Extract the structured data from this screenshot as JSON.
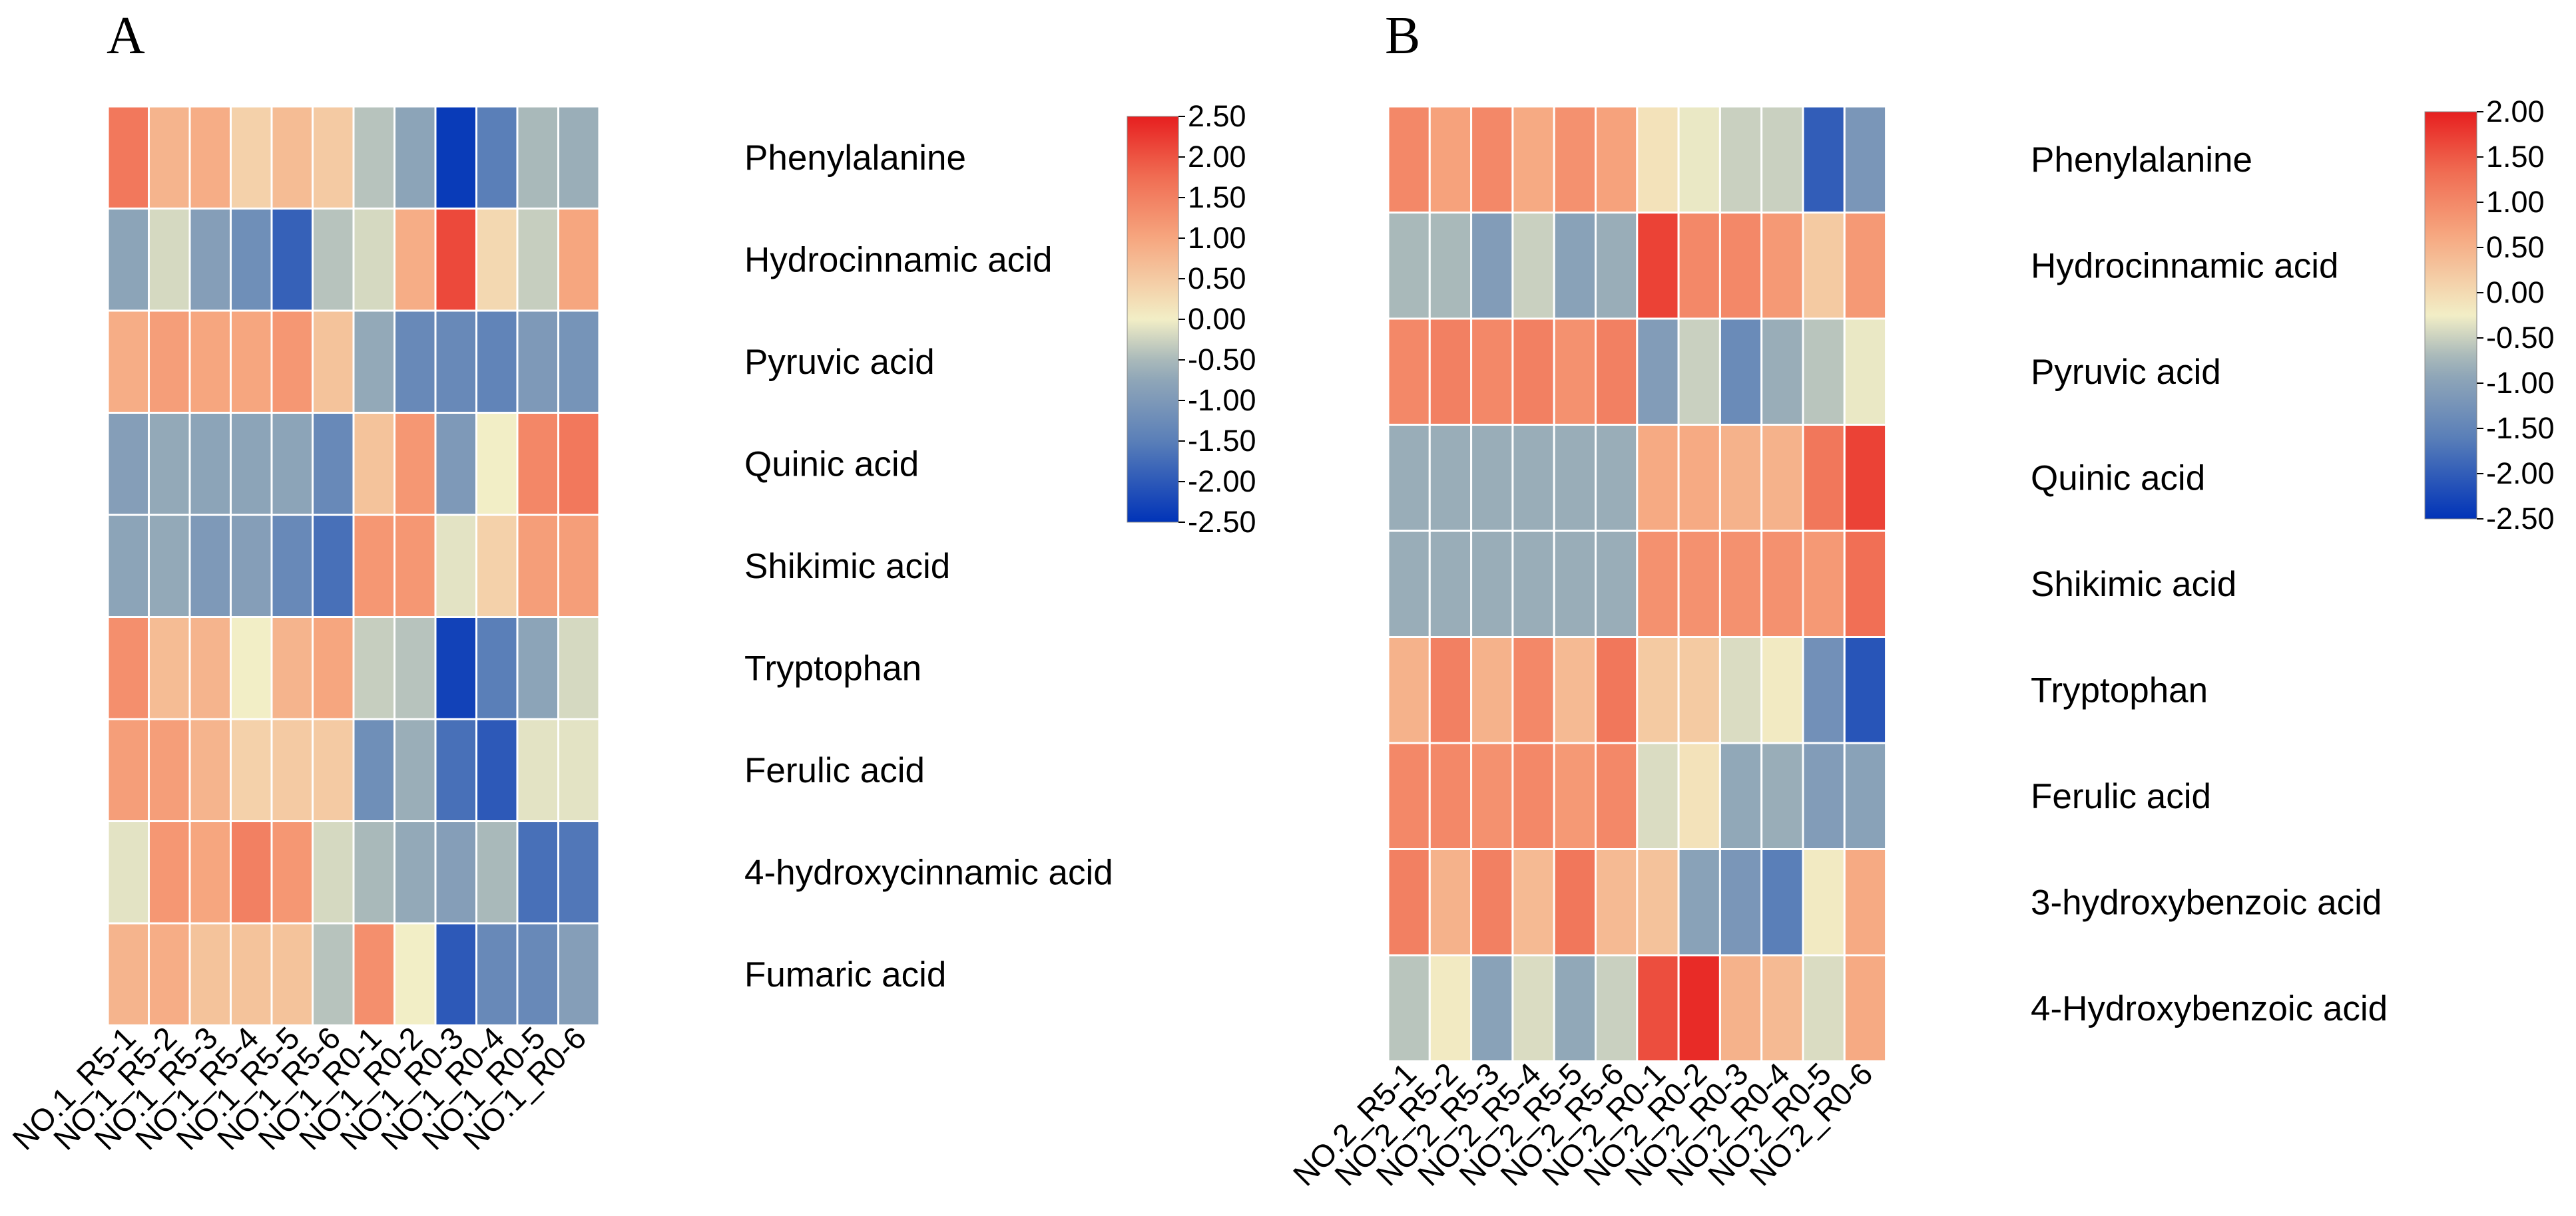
{
  "chart_data": [
    {
      "type": "heatmap",
      "panel_label": "A",
      "columns": [
        "NO.1_R5-1",
        "NO.1_R5-2",
        "NO.1_R5-3",
        "NO.1_R5-4",
        "NO.1_R5-5",
        "NO.1_R5-6",
        "NO.1_R0-1",
        "NO.1_R0-2",
        "NO.1_R0-3",
        "NO.1_R0-4",
        "NO.1_R0-5",
        "NO.1_R0-6"
      ],
      "rows": [
        "Phenylalanine",
        "Hydrocinnamic acid",
        "Pyruvic acid",
        "Quinic acid",
        "Shikimic acid",
        "Tryptophan",
        "Ferulic acid",
        "4-hydroxycinnamic acid",
        "Fumaric acid"
      ],
      "values": [
        [
          1.6,
          0.8,
          0.9,
          0.4,
          0.7,
          0.5,
          -0.4,
          -0.8,
          -2.4,
          -1.5,
          -0.5,
          -0.6
        ],
        [
          -0.8,
          -0.2,
          -0.9,
          -1.2,
          -1.9,
          -0.4,
          -0.2,
          0.9,
          2.1,
          0.3,
          -0.3,
          1.0
        ],
        [
          0.9,
          1.1,
          1.0,
          1.0,
          1.2,
          0.6,
          -0.7,
          -1.3,
          -1.3,
          -1.4,
          -1.0,
          -1.1
        ],
        [
          -0.9,
          -0.7,
          -0.8,
          -0.8,
          -0.8,
          -1.3,
          0.6,
          1.2,
          -1.0,
          0.0,
          1.4,
          1.6
        ],
        [
          -0.8,
          -0.7,
          -1.0,
          -0.9,
          -1.3,
          -1.7,
          1.2,
          1.2,
          -0.1,
          0.4,
          1.1,
          1.1
        ],
        [
          1.3,
          0.7,
          0.8,
          0.0,
          0.8,
          1.0,
          -0.3,
          -0.4,
          -2.3,
          -1.5,
          -0.8,
          -0.2
        ],
        [
          1.1,
          1.1,
          0.8,
          0.4,
          0.5,
          0.5,
          -1.2,
          -0.6,
          -1.7,
          -2.0,
          -0.1,
          -0.1
        ],
        [
          -0.1,
          1.2,
          1.0,
          1.5,
          1.2,
          -0.2,
          -0.5,
          -0.7,
          -0.9,
          -0.5,
          -1.7,
          -1.6
        ],
        [
          0.8,
          0.9,
          0.6,
          0.6,
          0.6,
          -0.4,
          1.3,
          0.0,
          -2.0,
          -1.3,
          -1.3,
          -0.9
        ]
      ],
      "colorbar_ticks": [
        "2.50",
        "2.00",
        "1.50",
        "1.00",
        "0.50",
        "0.00",
        "-0.50",
        "-1.00",
        "-1.50",
        "-2.00",
        "-2.50"
      ],
      "vmin": -2.5,
      "vmax": 2.5
    },
    {
      "type": "heatmap",
      "panel_label": "B",
      "columns": [
        "NO.2_R5-1",
        "NO.2_R5-2",
        "NO.2_R5-3",
        "NO.2_R5-4",
        "NO.2_R5-5",
        "NO.2_R5-6",
        "NO.2_R0-1",
        "NO.2_R0-2",
        "NO.2_R0-3",
        "NO.2_R0-4",
        "NO.2_R0-5",
        "NO.2_R0-6"
      ],
      "rows": [
        "Phenylalanine",
        "Hydrocinnamic acid",
        "Pyruvic acid",
        "Quinic acid",
        "Shikimic acid",
        "Tryptophan",
        "Ferulic acid",
        "3-hydroxybenzoic acid",
        "4-Hydroxybenzoic acid"
      ],
      "values": [
        [
          1.0,
          0.7,
          1.0,
          0.6,
          0.9,
          0.7,
          -0.1,
          -0.3,
          -0.5,
          -0.5,
          -2.0,
          -1.2
        ],
        [
          -0.7,
          -0.7,
          -1.1,
          -0.5,
          -1.0,
          -0.8,
          1.7,
          1.0,
          1.0,
          0.8,
          0.2,
          0.8
        ],
        [
          1.0,
          1.1,
          1.0,
          1.1,
          0.9,
          1.1,
          -1.1,
          -0.5,
          -1.4,
          -0.8,
          -0.6,
          -0.3
        ],
        [
          -0.8,
          -0.8,
          -0.8,
          -0.8,
          -0.8,
          -0.8,
          0.6,
          0.6,
          0.5,
          0.5,
          1.2,
          1.7
        ],
        [
          -0.8,
          -0.8,
          -0.8,
          -0.8,
          -0.8,
          -0.8,
          0.9,
          0.9,
          0.9,
          0.9,
          0.8,
          1.3
        ],
        [
          0.5,
          1.1,
          0.5,
          1.0,
          0.4,
          1.2,
          0.2,
          0.2,
          -0.4,
          -0.2,
          -1.3,
          -2.1
        ],
        [
          1.0,
          1.0,
          0.9,
          1.0,
          0.8,
          1.0,
          -0.4,
          -0.1,
          -0.9,
          -0.8,
          -1.1,
          -1.0
        ],
        [
          1.1,
          0.5,
          1.1,
          0.4,
          1.2,
          0.4,
          0.3,
          -1.0,
          -1.2,
          -1.6,
          -0.2,
          0.6
        ],
        [
          -0.6,
          -0.2,
          -1.0,
          -0.4,
          -0.9,
          -0.5,
          1.6,
          1.9,
          0.5,
          0.4,
          -0.4,
          0.6
        ]
      ],
      "colorbar_ticks": [
        "2.00",
        "1.50",
        "1.00",
        "0.50",
        "0.00",
        "-0.50",
        "-1.00",
        "-1.50",
        "-2.00",
        "-2.50"
      ],
      "vmin": -2.5,
      "vmax": 2.0
    }
  ],
  "colormap": [
    {
      "v": 0.0,
      "c": "#0033b8"
    },
    {
      "v": 0.2,
      "c": "#5a7fb8"
    },
    {
      "v": 0.38,
      "c": "#9aaeb8"
    },
    {
      "v": 0.5,
      "c": "#f2eec6"
    },
    {
      "v": 0.7,
      "c": "#f6a67f"
    },
    {
      "v": 0.86,
      "c": "#f06950"
    },
    {
      "v": 1.0,
      "c": "#e61f1f"
    }
  ]
}
